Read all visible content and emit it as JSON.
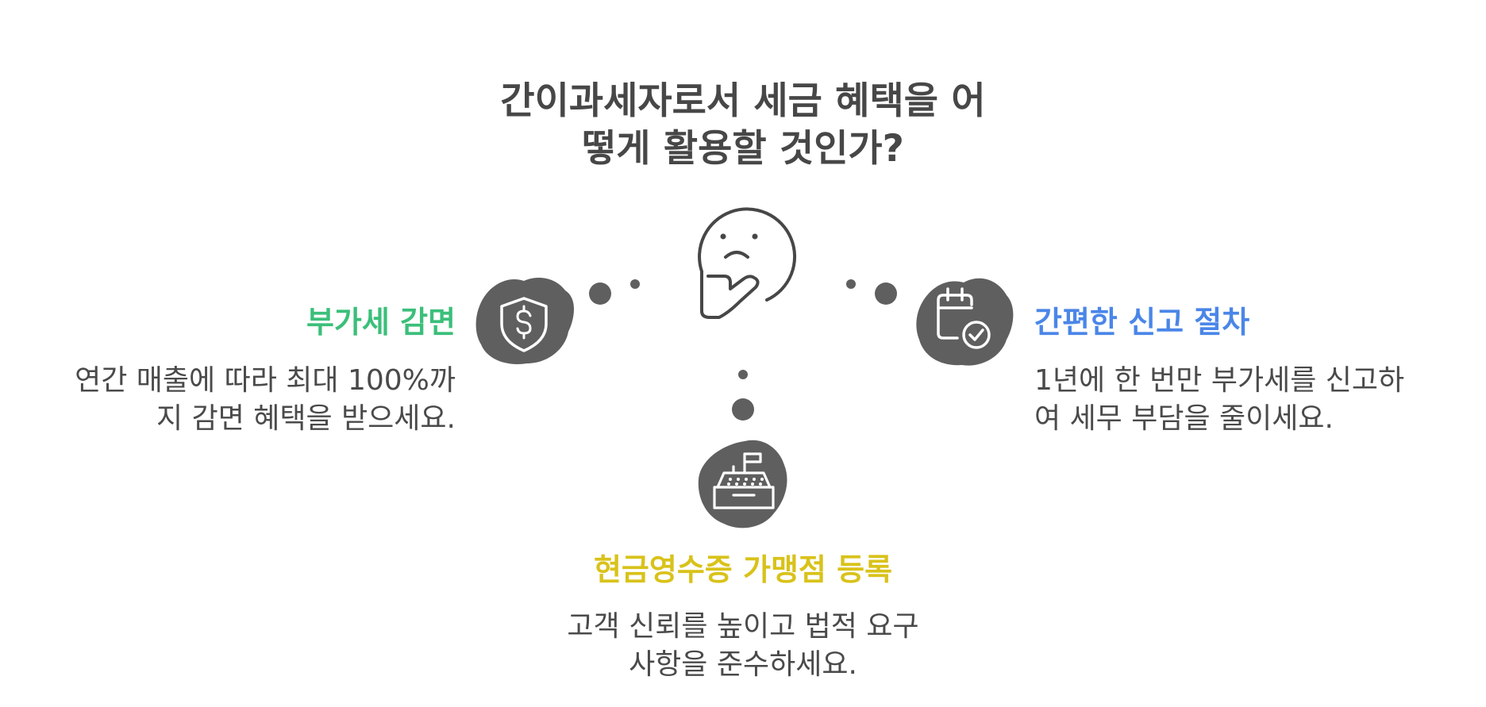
{
  "title": {
    "line1": "간이과세자로서 세금 혜택을 어",
    "line2": "떻게 활용할 것인가?"
  },
  "colors": {
    "left": "#3bbf7a",
    "right": "#4a86e8",
    "bottom": "#d9c21a",
    "icon_fill": "#5f5f5f",
    "ink": "#444444"
  },
  "options": [
    {
      "id": "left",
      "heading": "부가세 감면",
      "desc_lines": [
        "연간 매출에 따라 최대 100%까",
        "지 감면 혜택을 받으세요."
      ],
      "icon": "shield-dollar-icon"
    },
    {
      "id": "right",
      "heading": "간편한 신고 절차",
      "desc_lines": [
        "1년에 한 번만 부가세를 신고하",
        "여 세무 부담을 줄이세요."
      ],
      "icon": "calendar-check-icon"
    },
    {
      "id": "bottom",
      "heading": "현금영수증 가맹점 등록",
      "desc_lines": [
        "고객 신뢰를 높이고 법적 요구",
        "사항을 준수하세요."
      ],
      "icon": "cash-register-icon"
    }
  ],
  "center_icon": "thinking-face-icon"
}
